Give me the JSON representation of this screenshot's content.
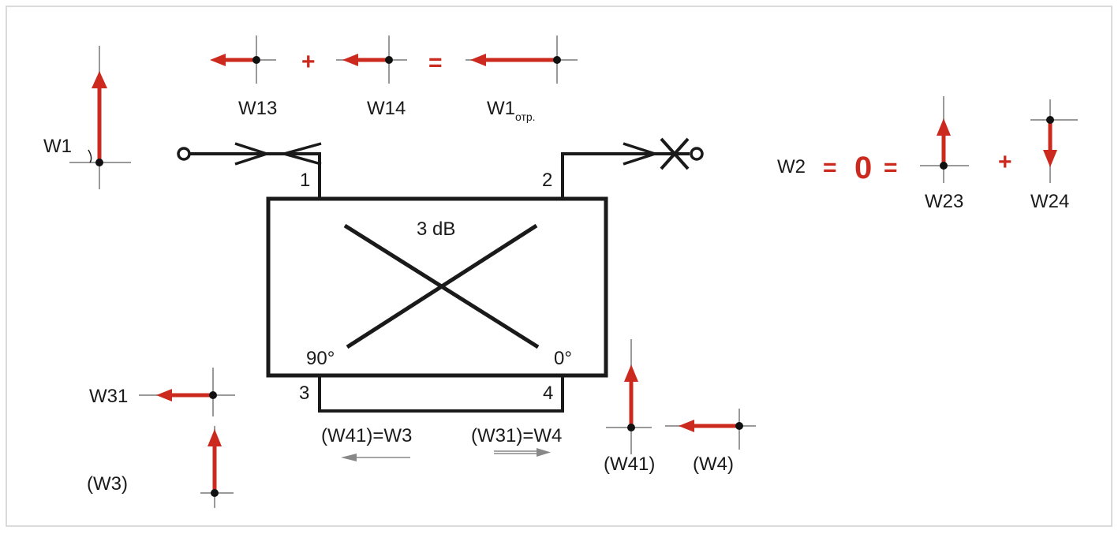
{
  "colors": {
    "vector": "#cc2a1e",
    "line": "#1a1a1a",
    "axis": "#9a9a9a",
    "frame": "#cfcfcf",
    "accent": "#cc2a1e"
  },
  "labels": {
    "w1": "W1",
    "w13": "W13",
    "w14": "W14",
    "w1_refl_main": "W1",
    "w1_refl_sub": "отр.",
    "w2": "W2",
    "zero": "0",
    "w23": "W23",
    "w24": "W24",
    "w31": "W31",
    "w3": "(W3)",
    "w41": "(W41)",
    "w4": "(W4)",
    "port1": "1",
    "port2": "2",
    "port3": "3",
    "port4": "4",
    "coupler": "3 dB",
    "phase90": "90°",
    "phase0": "0°",
    "path3": "(W41)=W3",
    "path4": "(W31)=W4"
  },
  "symbols": {
    "plus": "+",
    "equals": "="
  }
}
